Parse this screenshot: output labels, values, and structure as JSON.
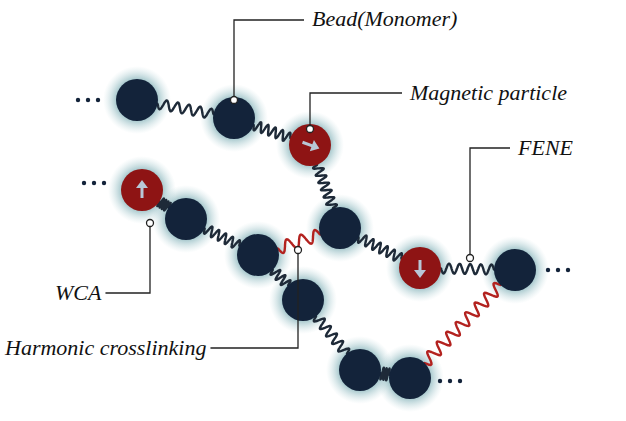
{
  "diagram": {
    "labels": [
      "Bead(Monomer)",
      "Magnetic particle",
      "FENE",
      "WCA",
      "Harmonic crosslinking"
    ]
  }
}
